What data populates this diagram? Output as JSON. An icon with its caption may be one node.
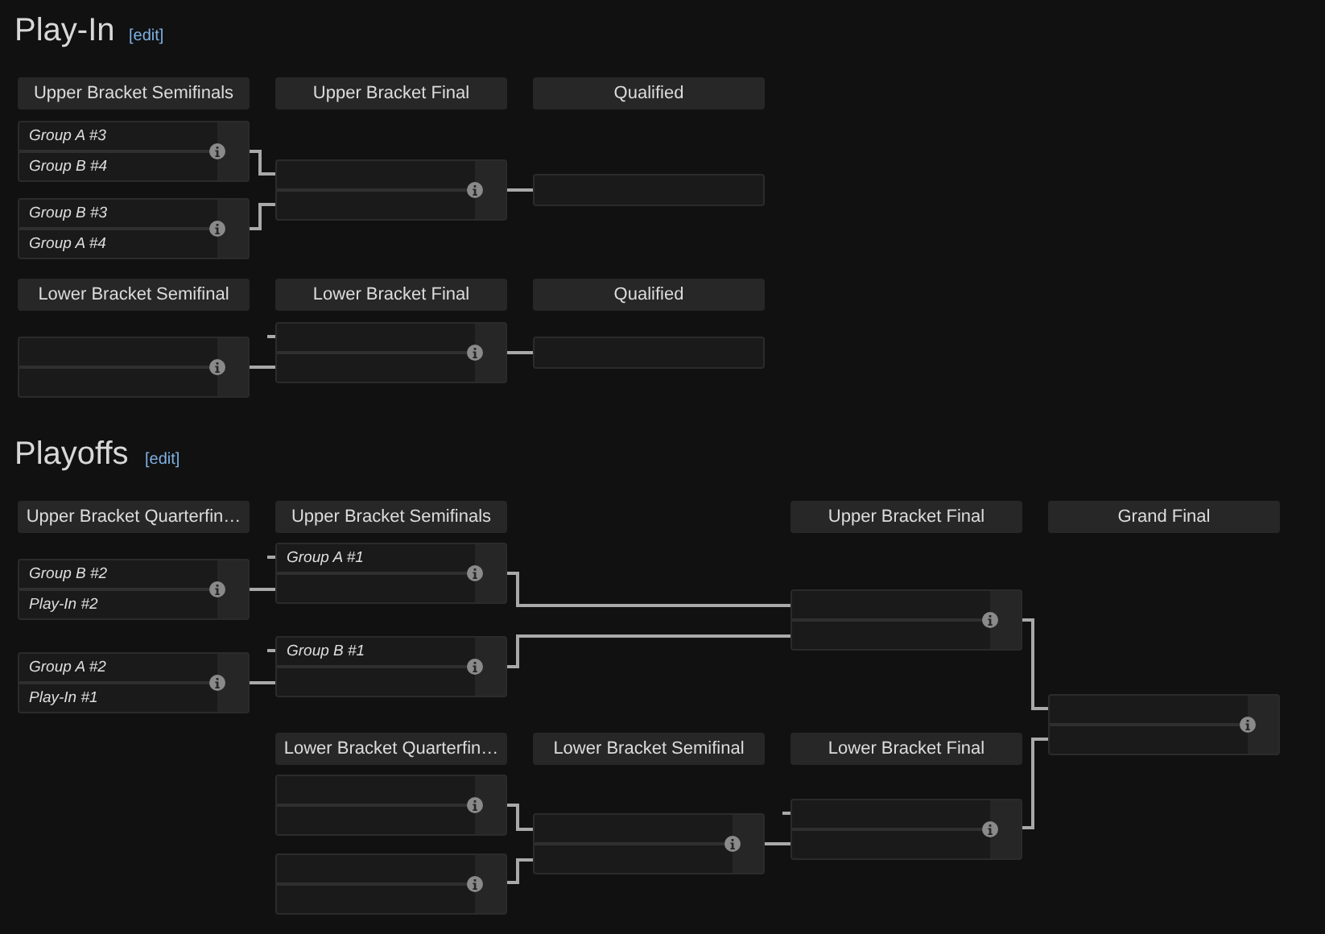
{
  "diagram": {
    "nodes": [
      {
        "text": [
          "Upper Bracket Semifinals"
        ]
      },
      {
        "text": [
          "Upper Bracket Final"
        ]
      },
      {
        "text": [
          "Qualified"
        ]
      },
      {
        "text": [
          "Group A #3",
          "Group B #4"
        ]
      },
      {
        "text": [
          "Group B #3",
          "Group A #4"
        ]
      },
      {
        "text": [],
        "shape": "box"
      },
      {
        "text": [],
        "shape": "box"
      },
      {
        "text": [
          "Lower Bracket Semifinal"
        ]
      },
      {
        "text": [
          "Lower Bracket Final"
        ]
      },
      {
        "text": [
          "Qualified"
        ]
      },
      {
        "text": [],
        "shape": "box"
      },
      {
        "text": [],
        "shape": "box"
      },
      {
        "text": [],
        "shape": "box"
      },
      {
        "text": [
          "Upper Bracket Quarterfin…"
        ]
      },
      {
        "text": [
          "Upper Bracket Semifinals"
        ]
      },
      {
        "text": [
          "Upper Bracket Final"
        ]
      },
      {
        "text": [
          "Grand Final"
        ]
      },
      {
        "text": [
          "Group B #2",
          "Play-In #2"
        ]
      },
      {
        "text": [
          "Group A #2",
          "Play-In #1"
        ]
      },
      {
        "text": [
          "Group A #1"
        ]
      },
      {
        "text": [
          "Group B #1"
        ]
      },
      {
        "text": [],
        "shape": "box"
      },
      {
        "text": [],
        "shape": "box"
      },
      {
        "text": [
          "Lower Bracket Quarterfin…"
        ]
      },
      {
        "text": [
          "Lower Bracket Semifinal"
        ]
      },
      {
        "text": [
          "Lower Bracket Final"
        ]
      },
      {
        "text": [],
        "shape": "box"
      },
      {
        "text": [],
        "shape": "box"
      },
      {
        "text": [],
        "shape": "box"
      },
      {
        "text": [],
        "shape": "box"
      }
    ],
    "edges": [
      {
        "from": 3,
        "to": 5,
        "arrow": "none"
      },
      {
        "from": 4,
        "to": 5,
        "arrow": "none"
      },
      {
        "from": 5,
        "to": 6,
        "arrow": "none"
      },
      {
        "from": null,
        "to": 11,
        "arrow": "none"
      },
      {
        "from": 10,
        "to": 11,
        "arrow": "none"
      },
      {
        "from": 11,
        "to": 12,
        "arrow": "none"
      },
      {
        "from": null,
        "to": 19,
        "arrow": "none"
      },
      {
        "from": 17,
        "to": 19,
        "arrow": "none"
      },
      {
        "from": null,
        "to": 20,
        "arrow": "none"
      },
      {
        "from": 18,
        "to": 20,
        "arrow": "none"
      },
      {
        "from": 19,
        "to": 21,
        "arrow": "none"
      },
      {
        "from": 20,
        "to": 21,
        "arrow": "none"
      },
      {
        "from": 21,
        "to": 22,
        "arrow": "none"
      },
      {
        "from": 26,
        "to": 28,
        "arrow": "none"
      },
      {
        "from": 27,
        "to": 28,
        "arrow": "none"
      },
      {
        "from": null,
        "to": 29,
        "arrow": "none"
      },
      {
        "from": 28,
        "to": 29,
        "arrow": "none"
      },
      {
        "from": 29,
        "to": 22,
        "arrow": "none"
      }
    ],
    "labels": [
      "Play-In",
      "[edit]",
      "Playoffs",
      "[edit]"
    ]
  }
}
